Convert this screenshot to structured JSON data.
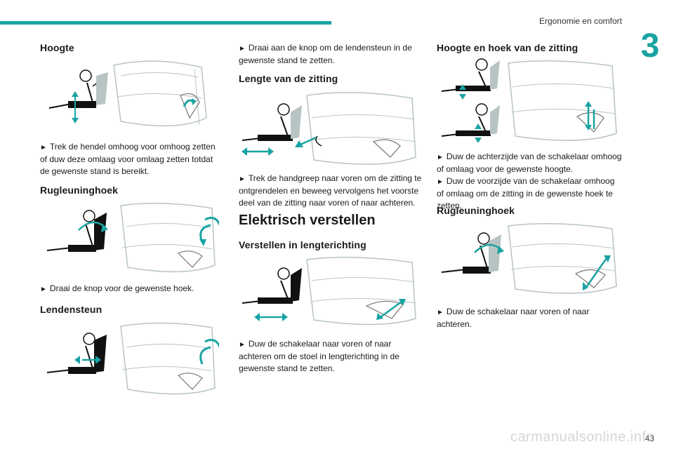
{
  "header": {
    "title": "Ergonomie en comfort",
    "chapter": "3"
  },
  "col1": {
    "height": {
      "title": "Hoogte",
      "text": "Trek de hendel omhoog voor omhoog zetten of duw deze omlaag voor omlaag zetten totdat de gewenste stand is bereikt."
    },
    "backrest": {
      "title": "Rugleuninghoek",
      "text": "Draai de knop voor de gewenste hoek."
    },
    "lumbar": {
      "title": "Lendensteun"
    }
  },
  "col2": {
    "lumbar_text": "Draai aan de knop om de lendensteun in de gewenste stand te zetten.",
    "length": {
      "title": "Lengte van de zitting",
      "text": "Trek de handgreep naar voren om de zitting te ontgrendelen en beweeg vervolgens het voorste deel van de zitting naar voren of naar achteren."
    },
    "electric": {
      "title": "Elektrisch verstellen"
    },
    "longitudinal": {
      "title": "Verstellen in lengterichting",
      "text": "Duw de schakelaar naar voren of naar achteren om de stoel in lengterichting in de gewenste stand te zetten."
    }
  },
  "col3": {
    "height_angle": {
      "title": "Hoogte en hoek van de zitting",
      "text1": "Duw de achterzijde van de schakelaar omhoog of omlaag voor de gewenste hoogte.",
      "text2": "Duw de voorzijde van de schakelaar omhoog of omlaag om de zitting in de gewenste hoek te zetten."
    },
    "backrest": {
      "title": "Rugleuninghoek",
      "text": "Duw de schakelaar naar voren of naar achteren."
    }
  },
  "bullet": "►",
  "footer": {
    "page": "43",
    "watermark": "carmanualsonline.info"
  },
  "colors": {
    "accent": "#1aa3a3",
    "seat_line": "#b8c4c4",
    "figure_fill": "#111111"
  }
}
